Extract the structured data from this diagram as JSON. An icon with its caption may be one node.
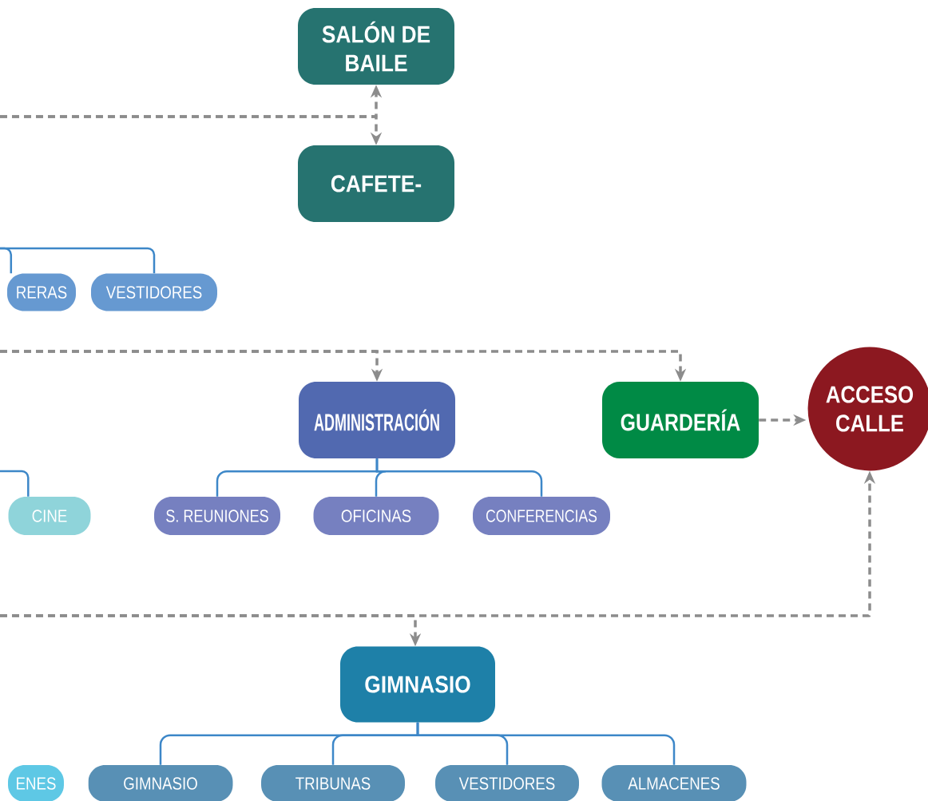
{
  "diagram": {
    "nodes": [
      {
        "text": [
          "SALÓN DE BAILE"
        ]
      },
      {
        "text": [
          "CAFETE-"
        ]
      },
      {
        "text": [
          "RERAS"
        ]
      },
      {
        "text": [
          "VESTIDORES"
        ]
      },
      {
        "text": [
          "ADMINISTRACIÓN"
        ]
      },
      {
        "text": [
          "GUARDERÍA"
        ]
      },
      {
        "text": [
          "ACCESO CALLE"
        ]
      },
      {
        "text": [
          "CINE"
        ]
      },
      {
        "text": [
          "S. REUNIONES"
        ]
      },
      {
        "text": [
          "OFICINAS"
        ]
      },
      {
        "text": [
          "CONFERENCIAS"
        ]
      },
      {
        "text": [
          "GIMNASIO"
        ]
      },
      {
        "text": [
          "ENES"
        ]
      },
      {
        "text": [
          "GIMNASIO"
        ]
      },
      {
        "text": [
          "TRIBUNAS"
        ]
      },
      {
        "text": [
          "VESTIDORES"
        ]
      },
      {
        "text": [
          "ALMACENES"
        ]
      }
    ],
    "edges": [
      {
        "from": null,
        "to": 0,
        "arrow": "to",
        "style": "dashed",
        "color": "#8c8c8c"
      },
      {
        "from": null,
        "to": 1,
        "arrow": "to",
        "style": "dashed",
        "color": "#8c8c8c"
      },
      {
        "from": null,
        "to": 2,
        "arrow": "none"
      },
      {
        "from": null,
        "to": 3,
        "arrow": "none"
      },
      {
        "from": null,
        "to": 4,
        "arrow": "to",
        "style": "dashed",
        "color": "#8c8c8c"
      },
      {
        "from": null,
        "to": 5,
        "arrow": "to",
        "style": "dashed",
        "color": "#8c8c8c"
      },
      {
        "from": 5,
        "to": 6,
        "arrow": "to",
        "style": "dashed",
        "color": "#8c8c8c"
      },
      {
        "from": null,
        "to": 6,
        "arrow": "to",
        "style": "dashed",
        "color": "#8c8c8c"
      },
      {
        "from": null,
        "to": 11,
        "arrow": "to",
        "style": "dashed",
        "color": "#8c8c8c"
      },
      {
        "from": null,
        "to": 7,
        "arrow": "none"
      },
      {
        "from": 4,
        "to": 8,
        "arrow": "none"
      },
      {
        "from": 4,
        "to": 9,
        "arrow": "none"
      },
      {
        "from": 4,
        "to": 10,
        "arrow": "none"
      },
      {
        "from": 11,
        "to": 13,
        "arrow": "none"
      },
      {
        "from": 11,
        "to": 14,
        "arrow": "none"
      },
      {
        "from": 11,
        "to": 15,
        "arrow": "none"
      },
      {
        "from": 11,
        "to": 16,
        "arrow": "none"
      }
    ]
  }
}
